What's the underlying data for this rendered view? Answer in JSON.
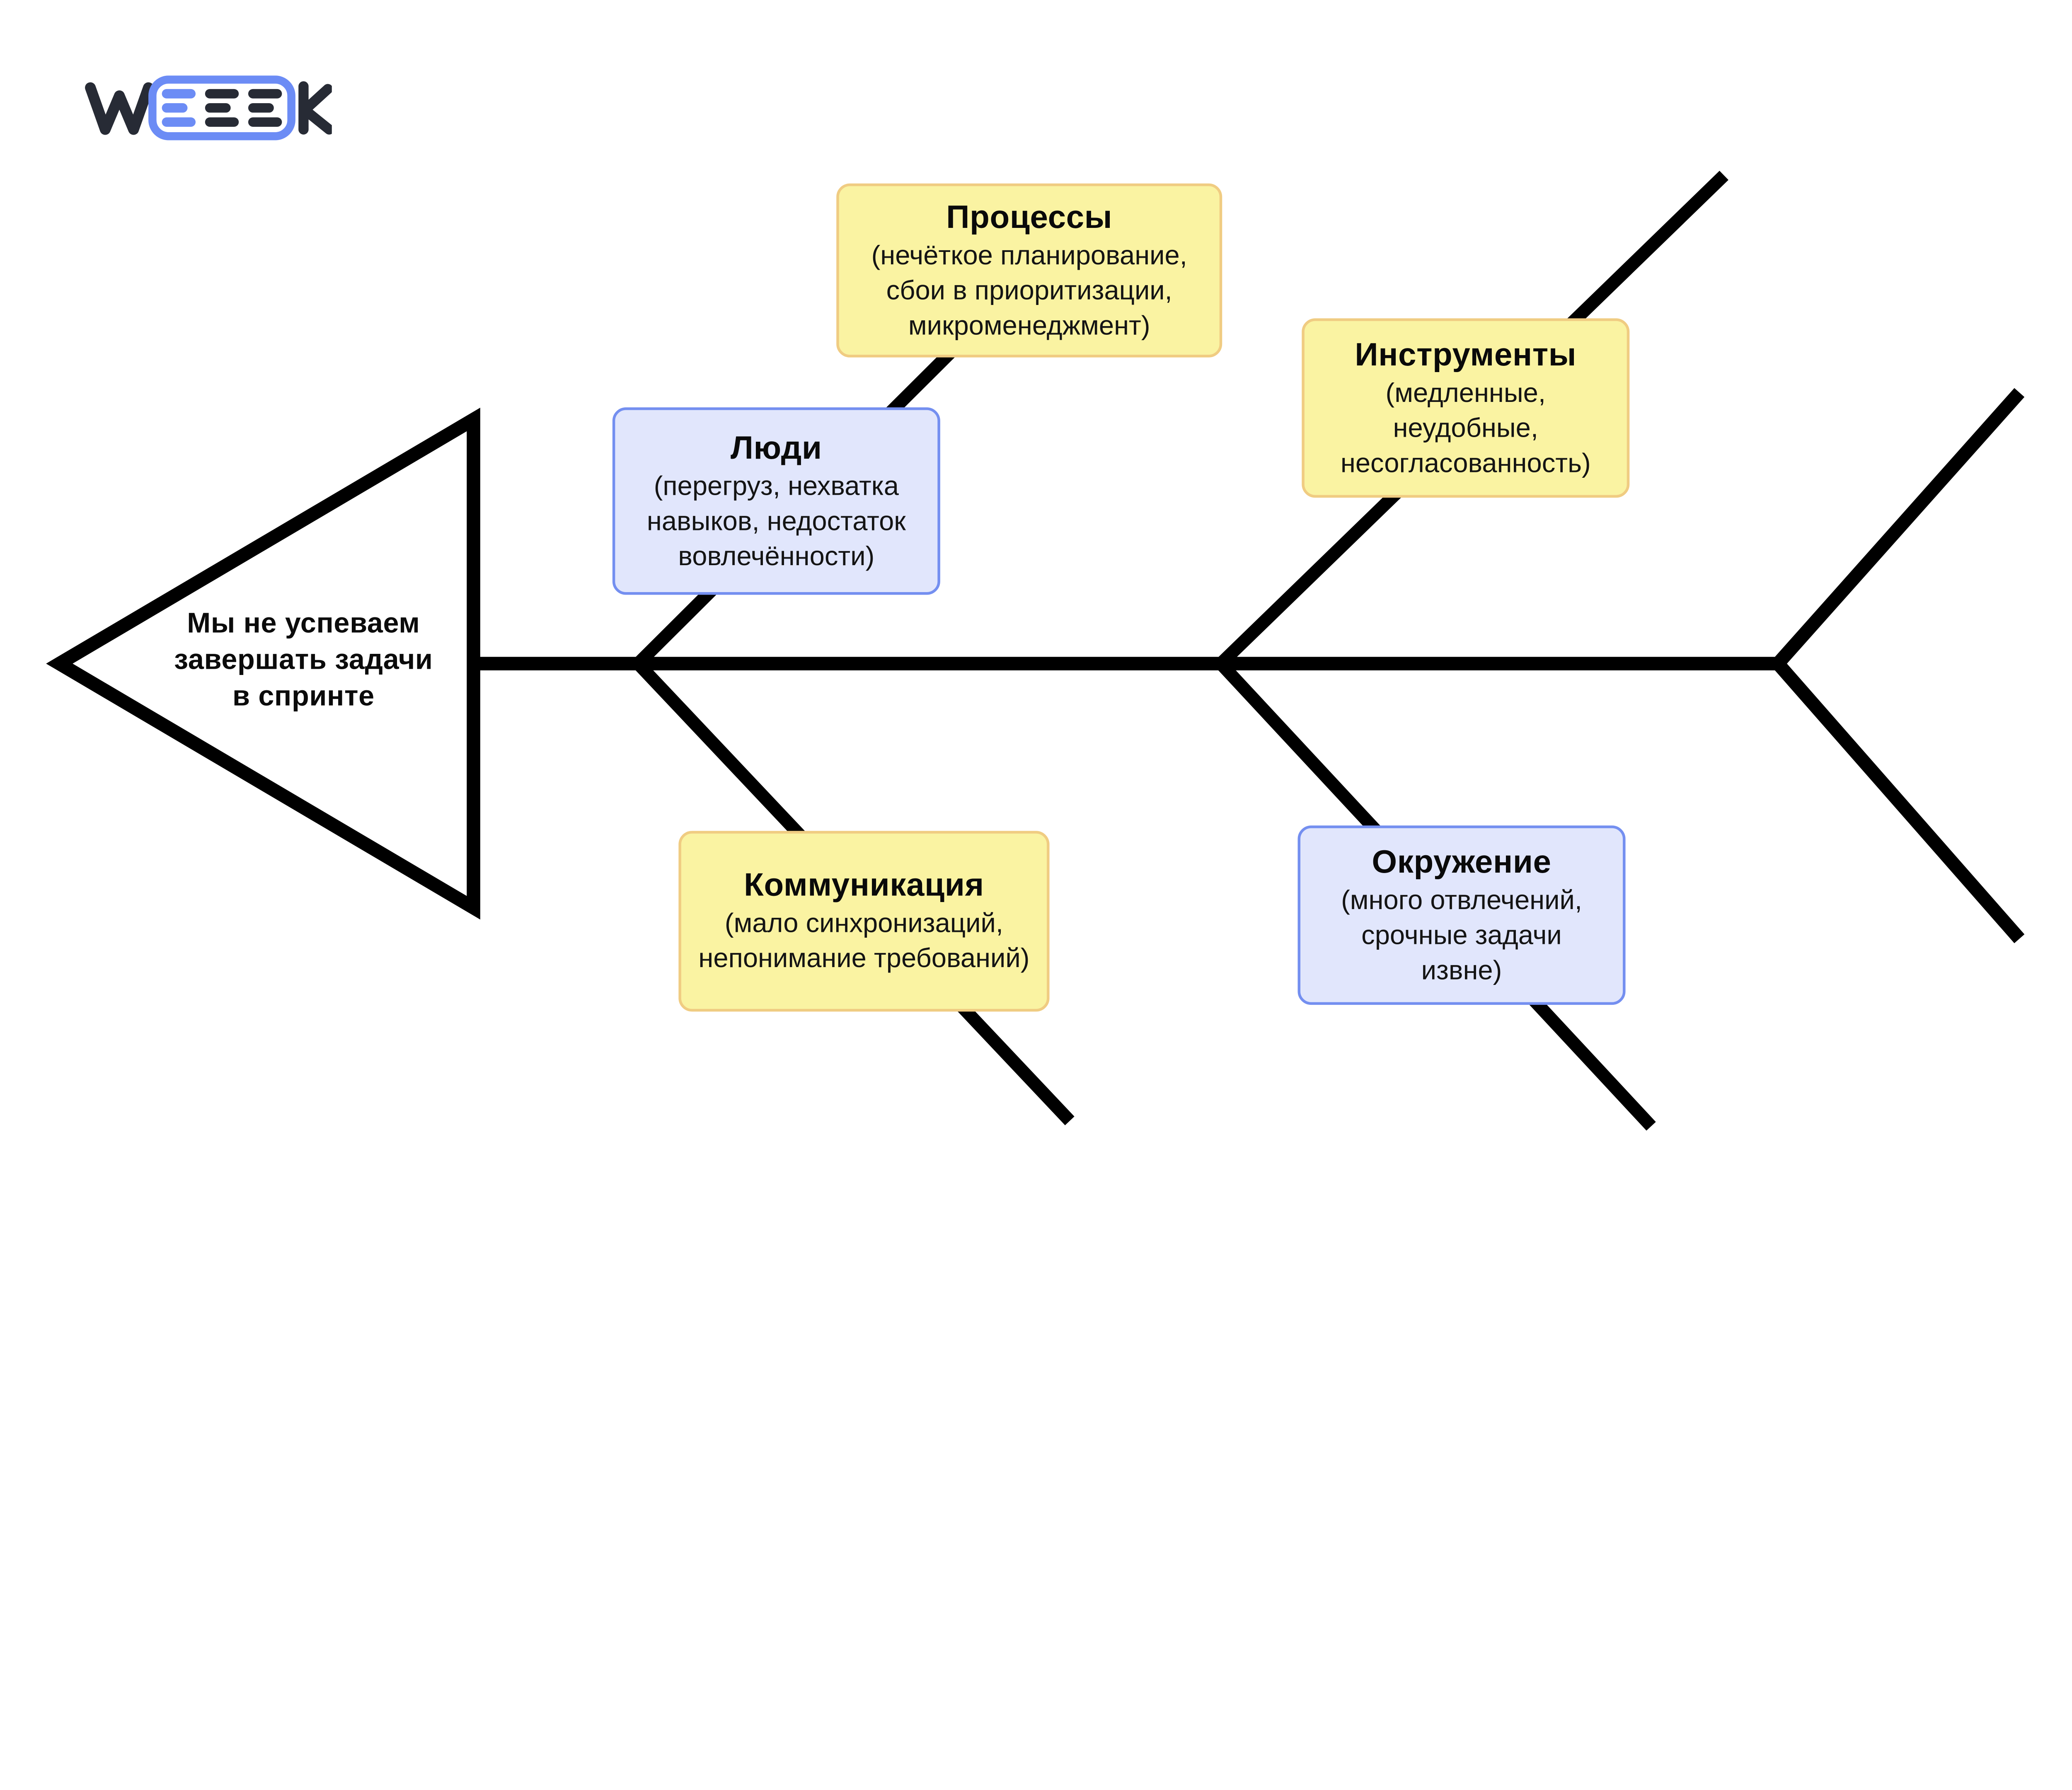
{
  "brand": {
    "name": "WEEEK",
    "letter_w": "W",
    "letter_k": "K",
    "colors": {
      "dark": "#272B35",
      "blue": "#6C8CF5"
    }
  },
  "diagram": {
    "type": "fishbone",
    "line_color": "#000000",
    "problem": {
      "text": "Мы не успеваем\nзавершать задачи\nв спринте"
    },
    "causes": [
      {
        "id": "processes",
        "title": "Процессы",
        "note": "(нечёткое планирование,\nсбои в приоритизации,\nмикроменеджмент)",
        "style": "yellow",
        "position": "top-left"
      },
      {
        "id": "people",
        "title": "Люди",
        "note": "(перегруз, нехватка\nнавыков, недостаток\nвовлечённости)",
        "style": "blue",
        "position": "top-left-inner"
      },
      {
        "id": "tools",
        "title": "Инструменты",
        "note": "(медленные,\nнеудобные,\nнесогласованность)",
        "style": "yellow",
        "position": "top-right"
      },
      {
        "id": "communication",
        "title": "Коммуникация",
        "note": "(мало синхронизаций,\nнепонимание требований)",
        "style": "yellow",
        "position": "bottom-left"
      },
      {
        "id": "environment",
        "title": "Окружение",
        "note": "(много отвлечений,\nсрочные задачи\nизвне)",
        "style": "blue",
        "position": "bottom-right"
      }
    ],
    "colors": {
      "yellow_fill": "#FAF3A2",
      "yellow_border": "#F0CC82",
      "blue_fill": "#E1E6FC",
      "blue_border": "#748FF0"
    }
  }
}
